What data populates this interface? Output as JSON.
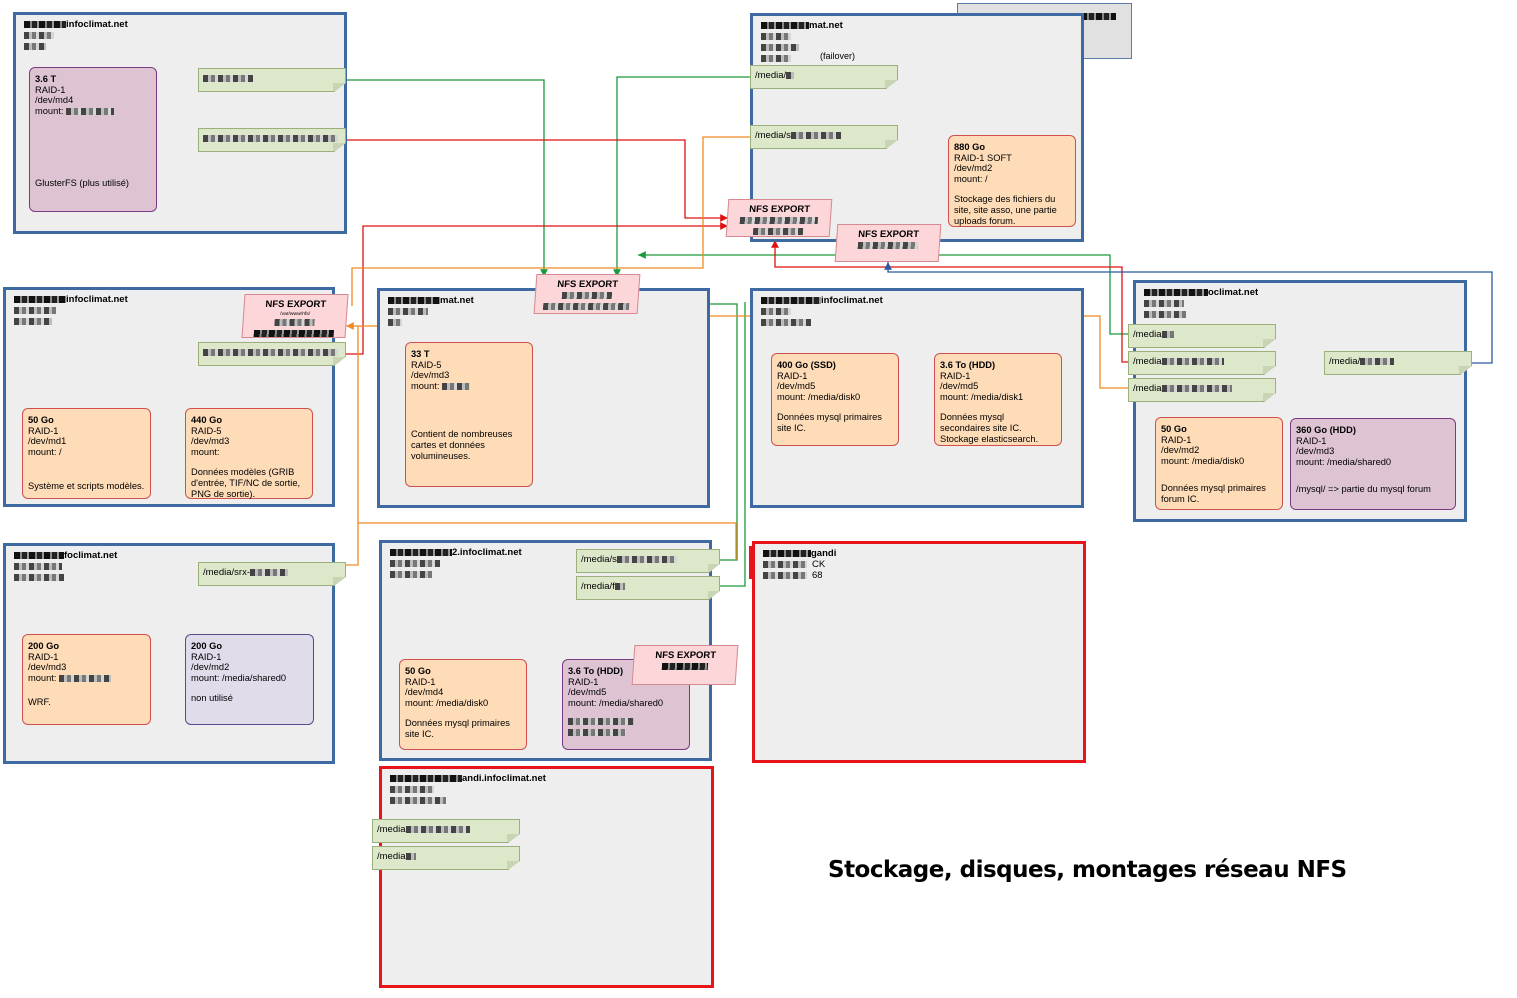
{
  "title": "Stockage, disques, montages réseau NFS",
  "ip_failover": "IP failover",
  "failover": "(failover)",
  "servers": {
    "s1": {
      "name": "infoclimat.net"
    },
    "s2": {
      "name": "mat.net"
    },
    "s3": {
      "name": "infoclimat.net"
    },
    "s4": {
      "name": "mat.net"
    },
    "s5": {
      "name": "infoclimat.net"
    },
    "s6": {
      "name": "oclimat.net"
    },
    "s7": {
      "name": "foclimat.net"
    },
    "s8": {
      "name": "2.infoclimat.net"
    },
    "s9": {
      "name": "gandi",
      "line2": "CK",
      "line3": "68"
    },
    "s10": {
      "name": "andi.infoclimat.net"
    }
  },
  "nfs_label": "NFS EXPORT",
  "nfs_small": "/var/www/nfs/",
  "mounts": {
    "m_media": "/media/",
    "m_media_s": "/media/s",
    "m_media_f": "/media/f",
    "m_media_srx": "/media/srx-",
    "m_media_plain": "/media"
  },
  "disks": {
    "d1": {
      "size": "3.6 T",
      "raid": "RAID-1",
      "dev": "/dev/md4",
      "mount": "mount:",
      "note": "GlusterFS (plus utilisé)"
    },
    "d2": {
      "size": "880 Go",
      "raid": "RAID-1 SOFT",
      "dev": "/dev/md2",
      "mount": "mount: /",
      "note": "Stockage des fichiers du site, site asso, une partie uploads forum."
    },
    "d3": {
      "size": "50 Go",
      "raid": "RAID-1",
      "dev": "/dev/md1",
      "mount": "mount: /",
      "note": "Système et scripts modèles."
    },
    "d4": {
      "size": "440 Go",
      "raid": "RAID-5",
      "dev": "/dev/md3",
      "mount": "mount:",
      "note": "Données modèles (GRIB d'entrée, TIF/NC de sortie, PNG de sortie)."
    },
    "d5": {
      "size": "33 T",
      "raid": "RAID-5",
      "dev": "/dev/md3",
      "mount": "mount:",
      "note": "Contient de nombreuses cartes et données volumineuses."
    },
    "d6": {
      "size": "400 Go (SSD)",
      "raid": "RAID-1",
      "dev": "/dev/md5",
      "mount": "mount: /media/disk0",
      "note": "Données mysql primaires site IC."
    },
    "d7": {
      "size": "3.6 To (HDD)",
      "raid": "RAID-1",
      "dev": "/dev/md5",
      "mount": "mount: /media/disk1",
      "note": "Données mysql secondaires site IC. Stockage elasticsearch."
    },
    "d8": {
      "size": "50 Go",
      "raid": "RAID-1",
      "dev": "/dev/md2",
      "mount": "mount: /media/disk0",
      "note": "Données mysql primaires forum IC."
    },
    "d9": {
      "size": "360 Go (HDD)",
      "raid": "RAID-1",
      "dev": "/dev/md3",
      "mount": "mount: /media/shared0",
      "note": "/mysql/ => partie du mysql forum"
    },
    "d10": {
      "size": "200 Go",
      "raid": "RAID-1",
      "dev": "/dev/md3",
      "mount": "mount:",
      "note": "WRF."
    },
    "d11": {
      "size": "200 Go",
      "raid": "RAID-1",
      "dev": "/dev/md2",
      "mount": "mount: /media/shared0",
      "note": "non utilisé"
    },
    "d12": {
      "size": "50 Go",
      "raid": "RAID-1",
      "dev": "/dev/md4",
      "mount": "mount: /media/disk0",
      "note": "Données mysql primaires site IC."
    },
    "d13": {
      "size": "3.6 To (HDD)",
      "raid": "RAID-1",
      "dev": "/dev/md5",
      "mount": "mount: /media/shared0",
      "note": ""
    }
  }
}
